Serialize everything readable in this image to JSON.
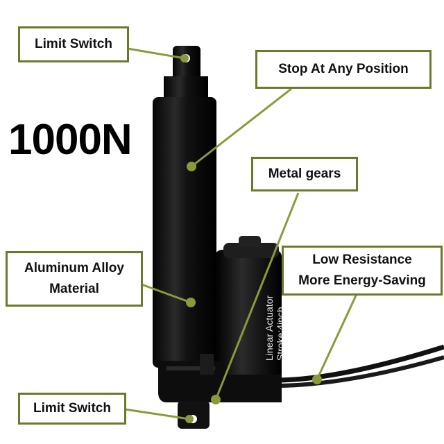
{
  "headline": "1000N",
  "callouts": {
    "limit_switch_top": "Limit Switch",
    "stop_any_position": "Stop At Any Position",
    "metal_gears": "Metal gears",
    "aluminum_line1": "Aluminum Alloy",
    "aluminum_line2": "Material",
    "low_resistance_line1": "Low Resistance",
    "low_resistance_line2": "More Energy-Saving",
    "limit_switch_bottom": "Limit Switch"
  },
  "motor_label": {
    "line1": "Linear Actuator",
    "line2": "Stroke:4inch"
  },
  "colors": {
    "callout_border": "#6b7a2a",
    "leader_line": "#8a9a3a",
    "actuator_body": "#0d0d0d"
  }
}
